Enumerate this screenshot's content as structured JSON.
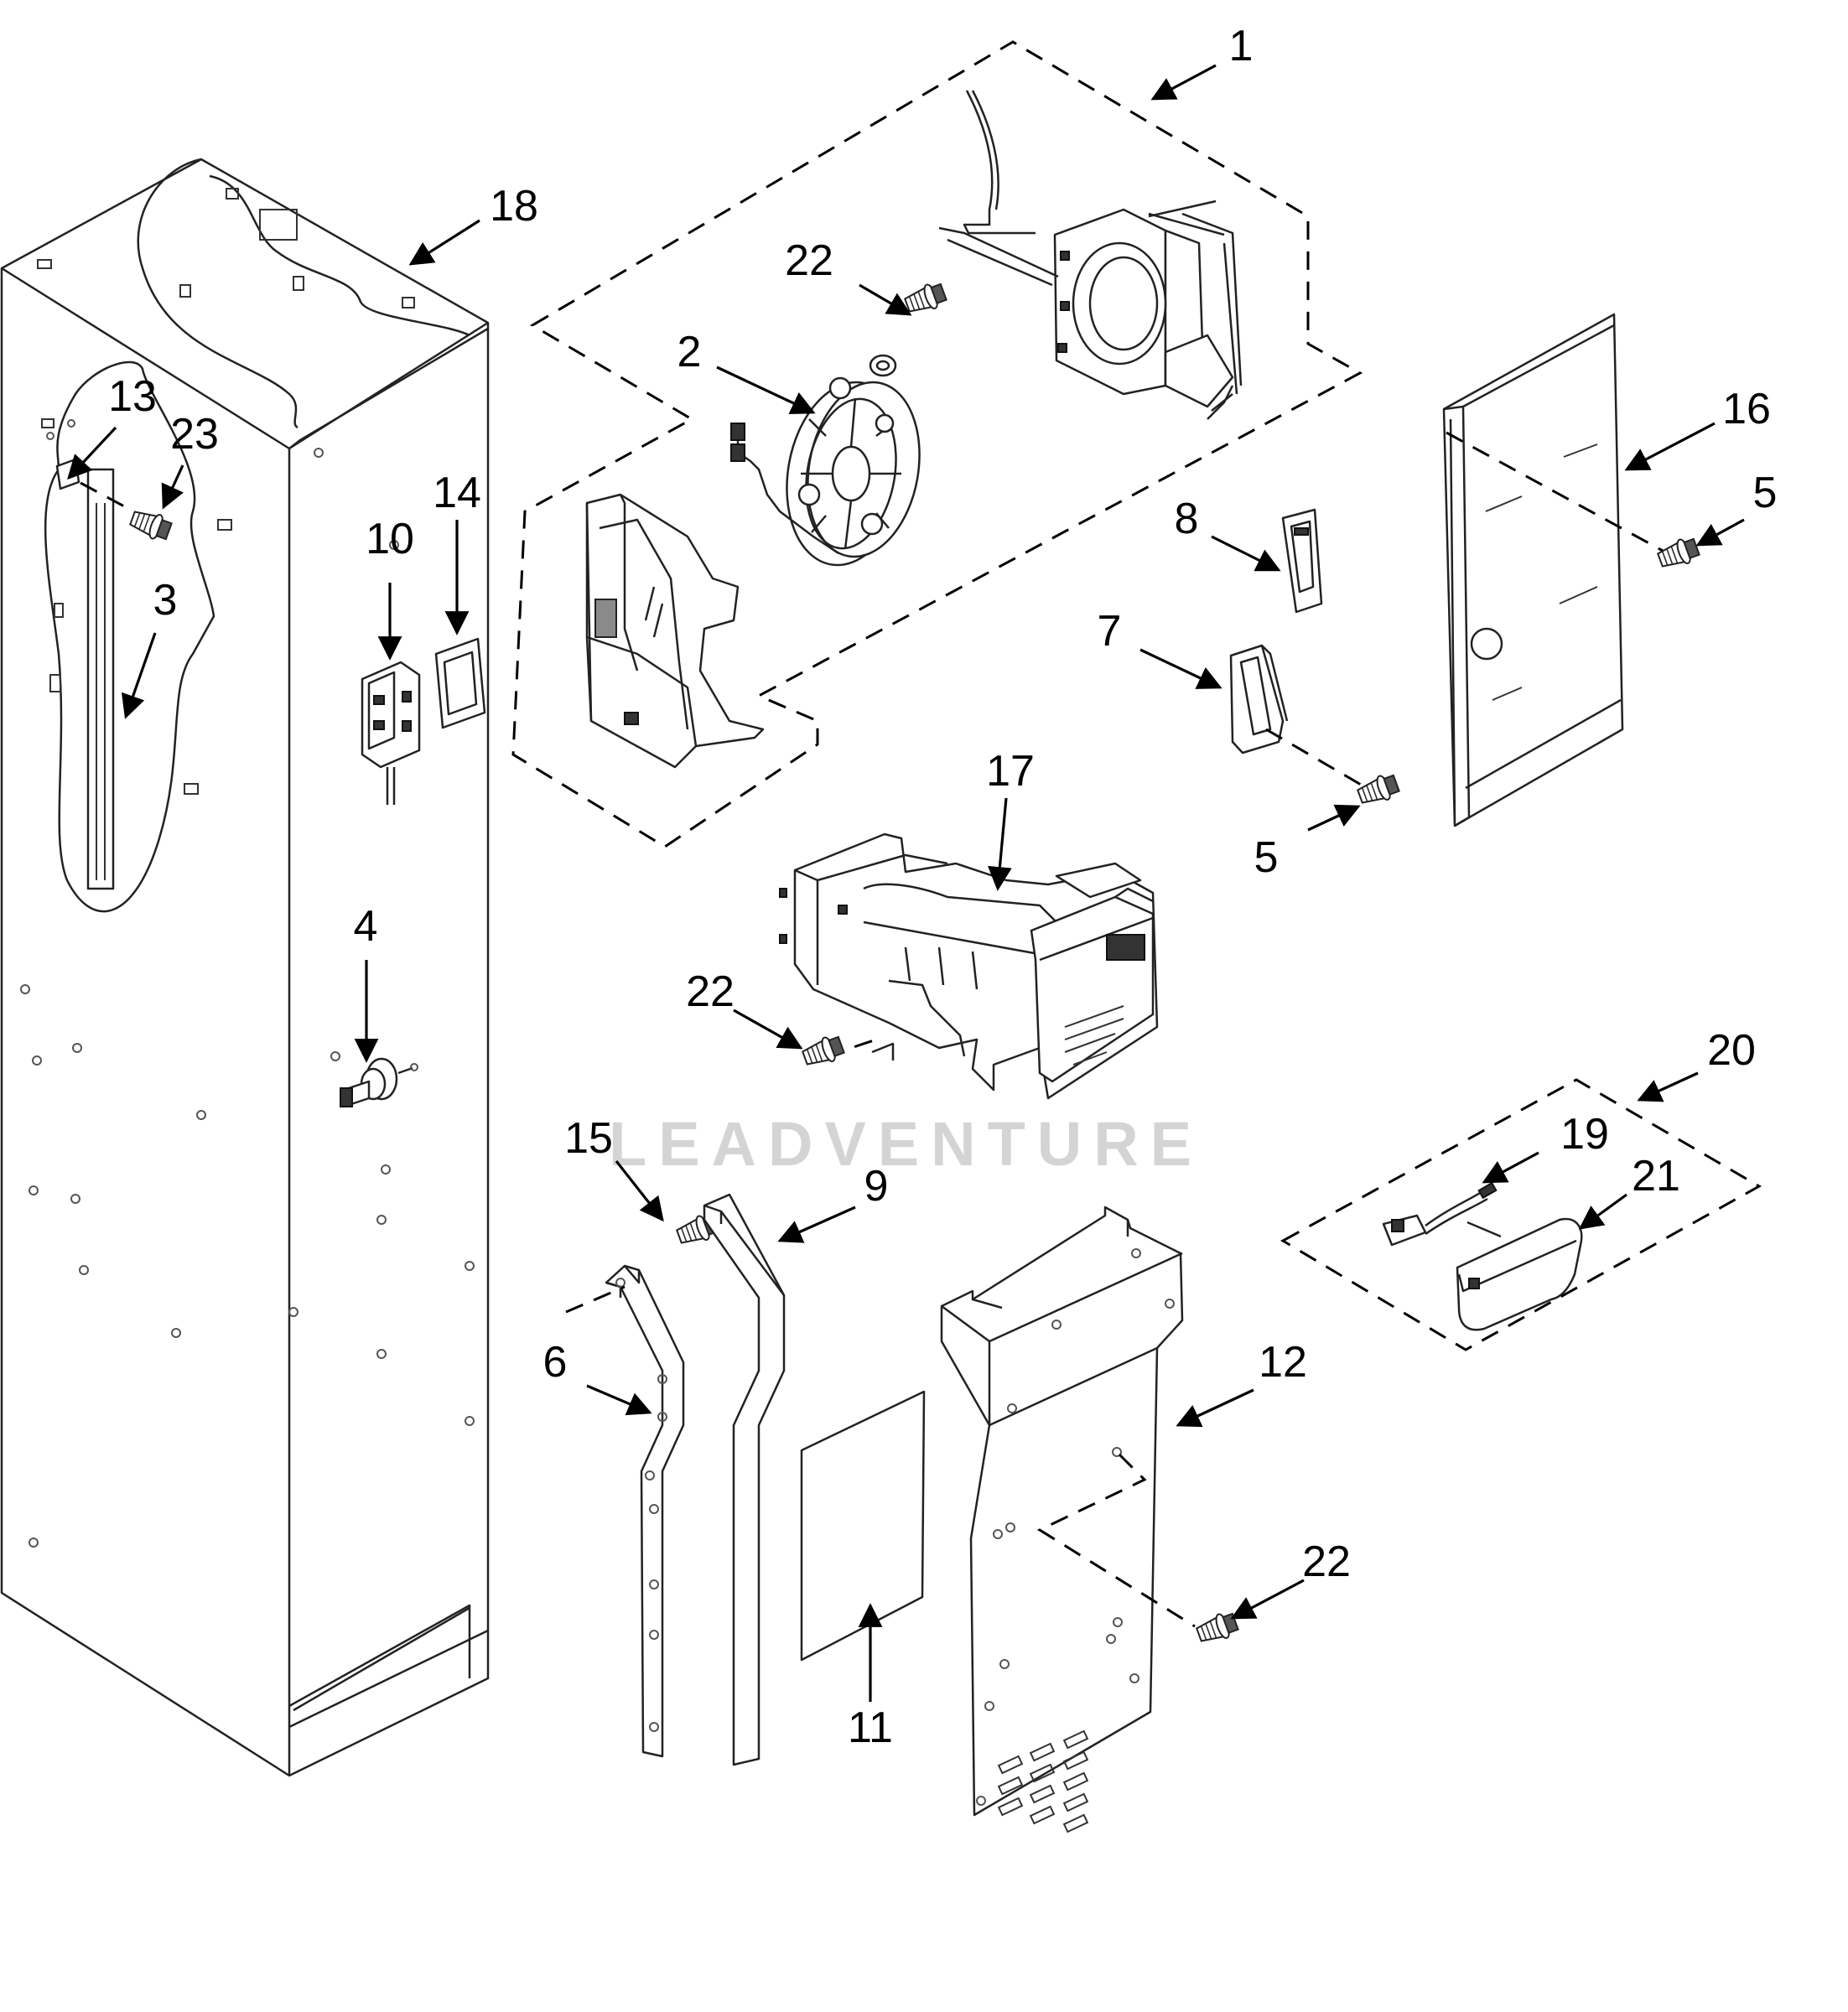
{
  "watermark": "LEADVENTURE",
  "callouts": [
    {
      "id": "c1",
      "text": "1"
    },
    {
      "id": "c2",
      "text": "2"
    },
    {
      "id": "c3",
      "text": "3"
    },
    {
      "id": "c4",
      "text": "4"
    },
    {
      "id": "c5a",
      "text": "5"
    },
    {
      "id": "c5b",
      "text": "5"
    },
    {
      "id": "c6",
      "text": "6"
    },
    {
      "id": "c7",
      "text": "7"
    },
    {
      "id": "c8",
      "text": "8"
    },
    {
      "id": "c9",
      "text": "9"
    },
    {
      "id": "c10",
      "text": "10"
    },
    {
      "id": "c11",
      "text": "11"
    },
    {
      "id": "c12",
      "text": "12"
    },
    {
      "id": "c13",
      "text": "13"
    },
    {
      "id": "c14",
      "text": "14"
    },
    {
      "id": "c15",
      "text": "15"
    },
    {
      "id": "c16",
      "text": "16"
    },
    {
      "id": "c17",
      "text": "17"
    },
    {
      "id": "c18",
      "text": "18"
    },
    {
      "id": "c19",
      "text": "19"
    },
    {
      "id": "c20",
      "text": "20"
    },
    {
      "id": "c21",
      "text": "21"
    },
    {
      "id": "c22a",
      "text": "22"
    },
    {
      "id": "c22b",
      "text": "22"
    },
    {
      "id": "c22c",
      "text": "22"
    },
    {
      "id": "c23",
      "text": "23"
    }
  ]
}
